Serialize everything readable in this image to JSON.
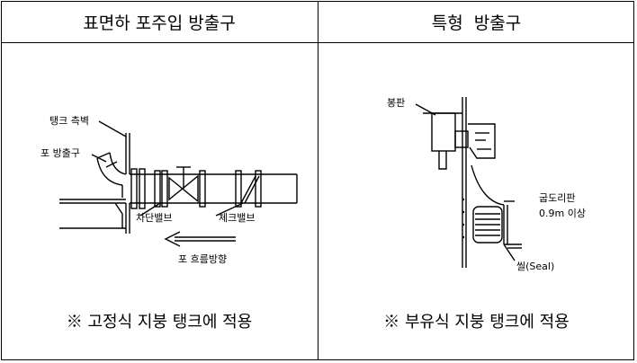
{
  "left_panel": {
    "title": "표면하 포주입 방출구",
    "labels": {
      "tank_wall": "탱크 측벽",
      "foam_outlet": "포 방출구",
      "shutoff_valve": "차단밸브",
      "check_valve": "체크밸브",
      "foam_flow": "포 흐름방향"
    },
    "footnote": "※ 고정식 지붕 탱크에 적용"
  },
  "right_panel": {
    "title": "특형  방출구",
    "labels": {
      "foam_board": "봉판",
      "foam_dam": "굽도리판",
      "dam_height": "0.9m 이상",
      "seal": "씰(Seal)"
    },
    "footnote": "※ 부유식 지붕 탱크에 적용"
  }
}
